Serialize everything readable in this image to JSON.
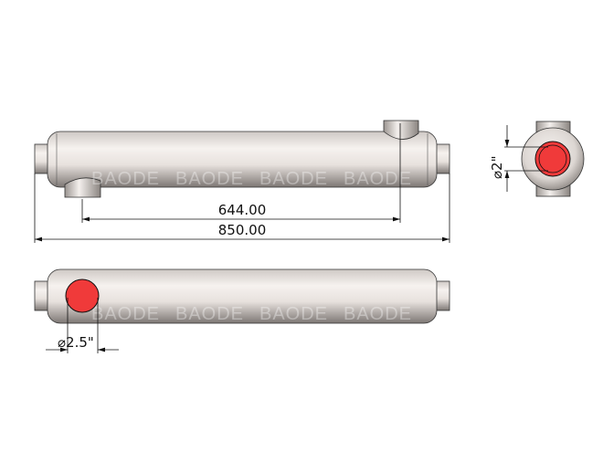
{
  "watermark": "BAODE",
  "dimensions": {
    "nozzle_spacing": "644.00",
    "overall_length": "850.00",
    "side_port_diameter": "2\"",
    "end_port_diameter": "2.5\""
  },
  "colors": {
    "body": "#e9e4e0",
    "port": "#f03a3a",
    "line": "#111111"
  }
}
